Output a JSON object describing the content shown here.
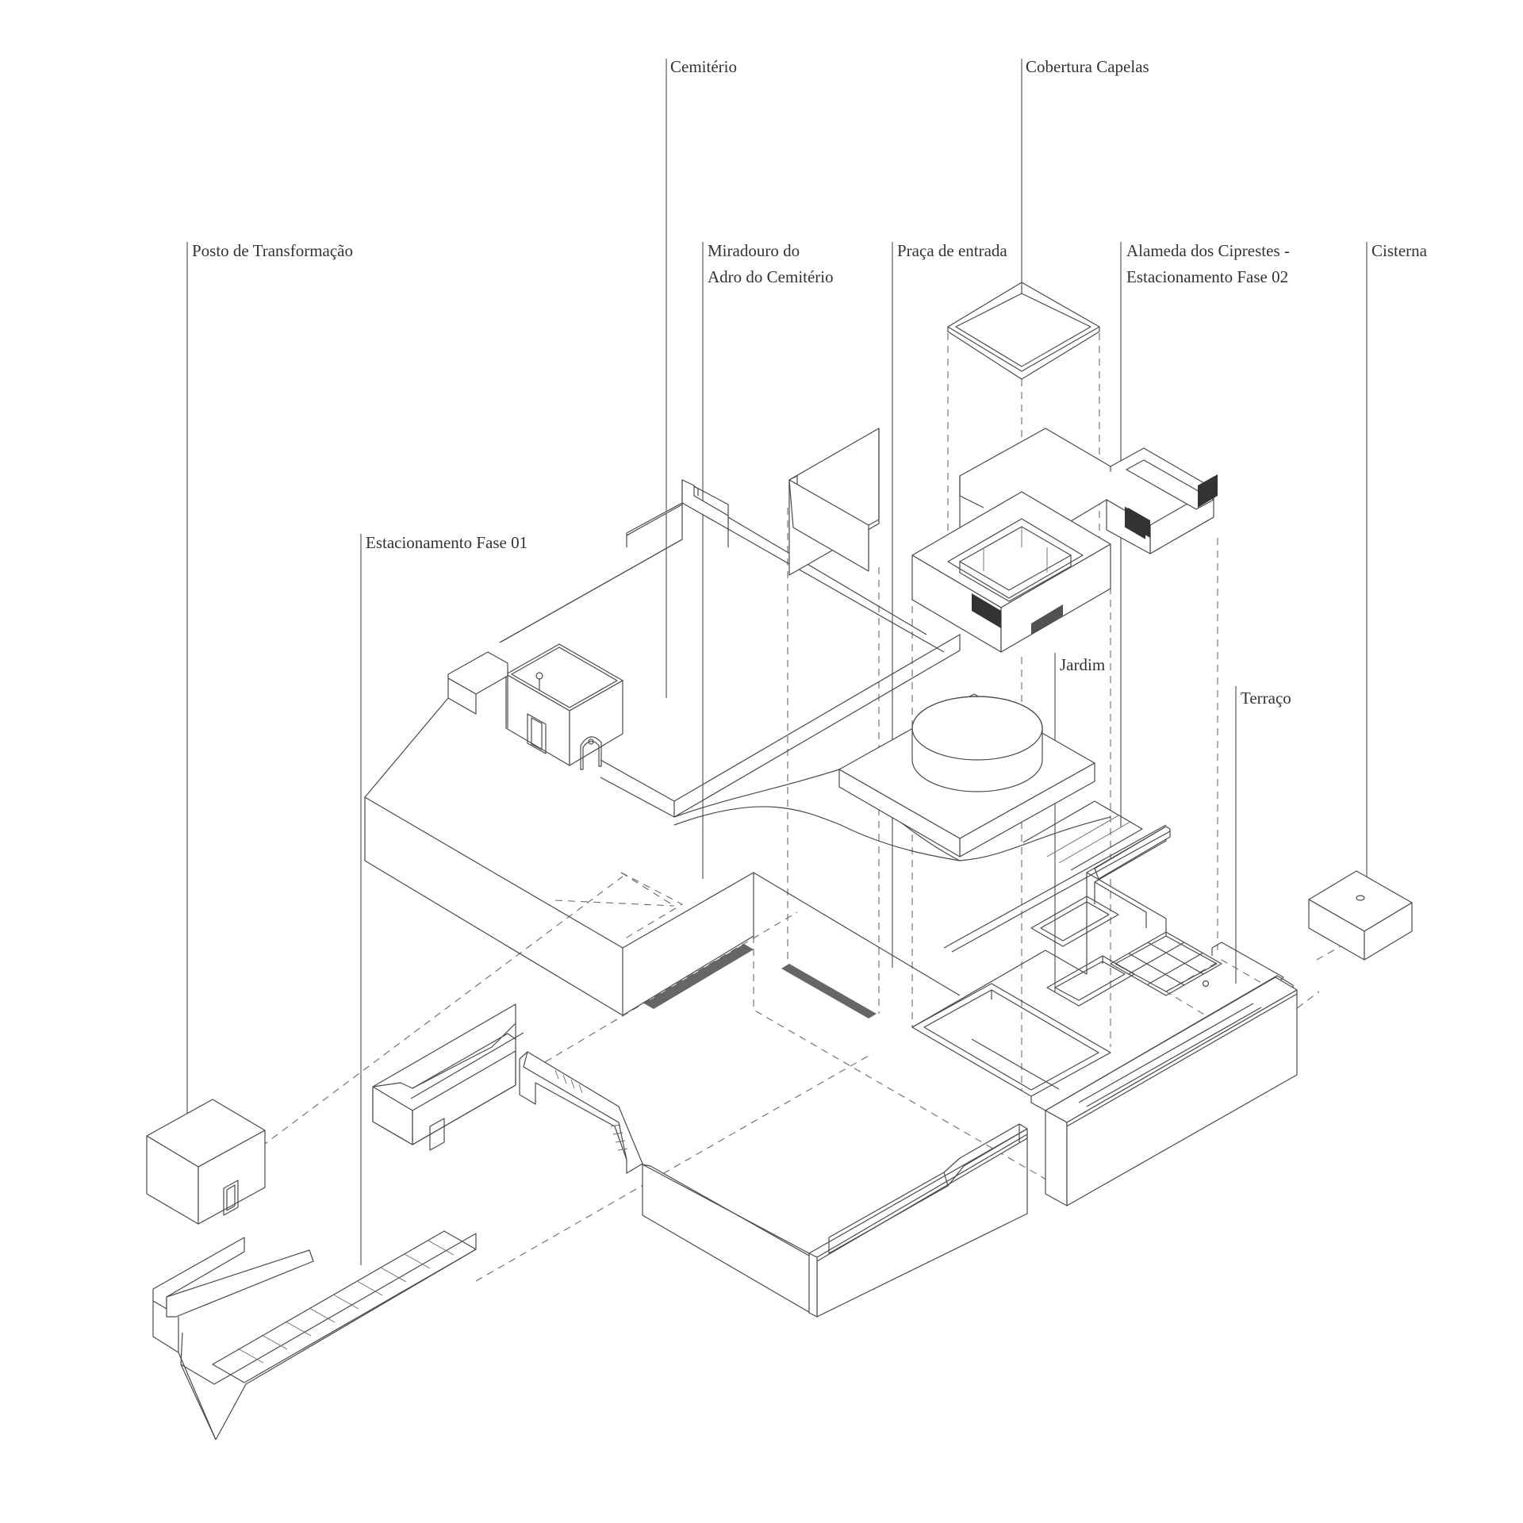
{
  "labels": {
    "cemiterio": [
      "Cemitério"
    ],
    "cobertura_capelas": [
      "Cobertura Capelas"
    ],
    "posto_transformacao": [
      "Posto de Transformação"
    ],
    "miradouro": [
      "Miradouro do",
      "Adro do Cemitério"
    ],
    "praca_entrada": [
      "Praça de entrada"
    ],
    "alameda": [
      "Alameda dos Ciprestes -",
      "Estacionamento Fase 02"
    ],
    "cisterna": [
      "Cisterna"
    ],
    "estacionamento_fase01": [
      "Estacionamento Fase 01"
    ],
    "jardim": [
      "Jardim"
    ],
    "terraco": [
      "Terraço"
    ]
  },
  "colors": {
    "line": "#4a4a4a",
    "text": "#333333",
    "background": "#ffffff"
  }
}
